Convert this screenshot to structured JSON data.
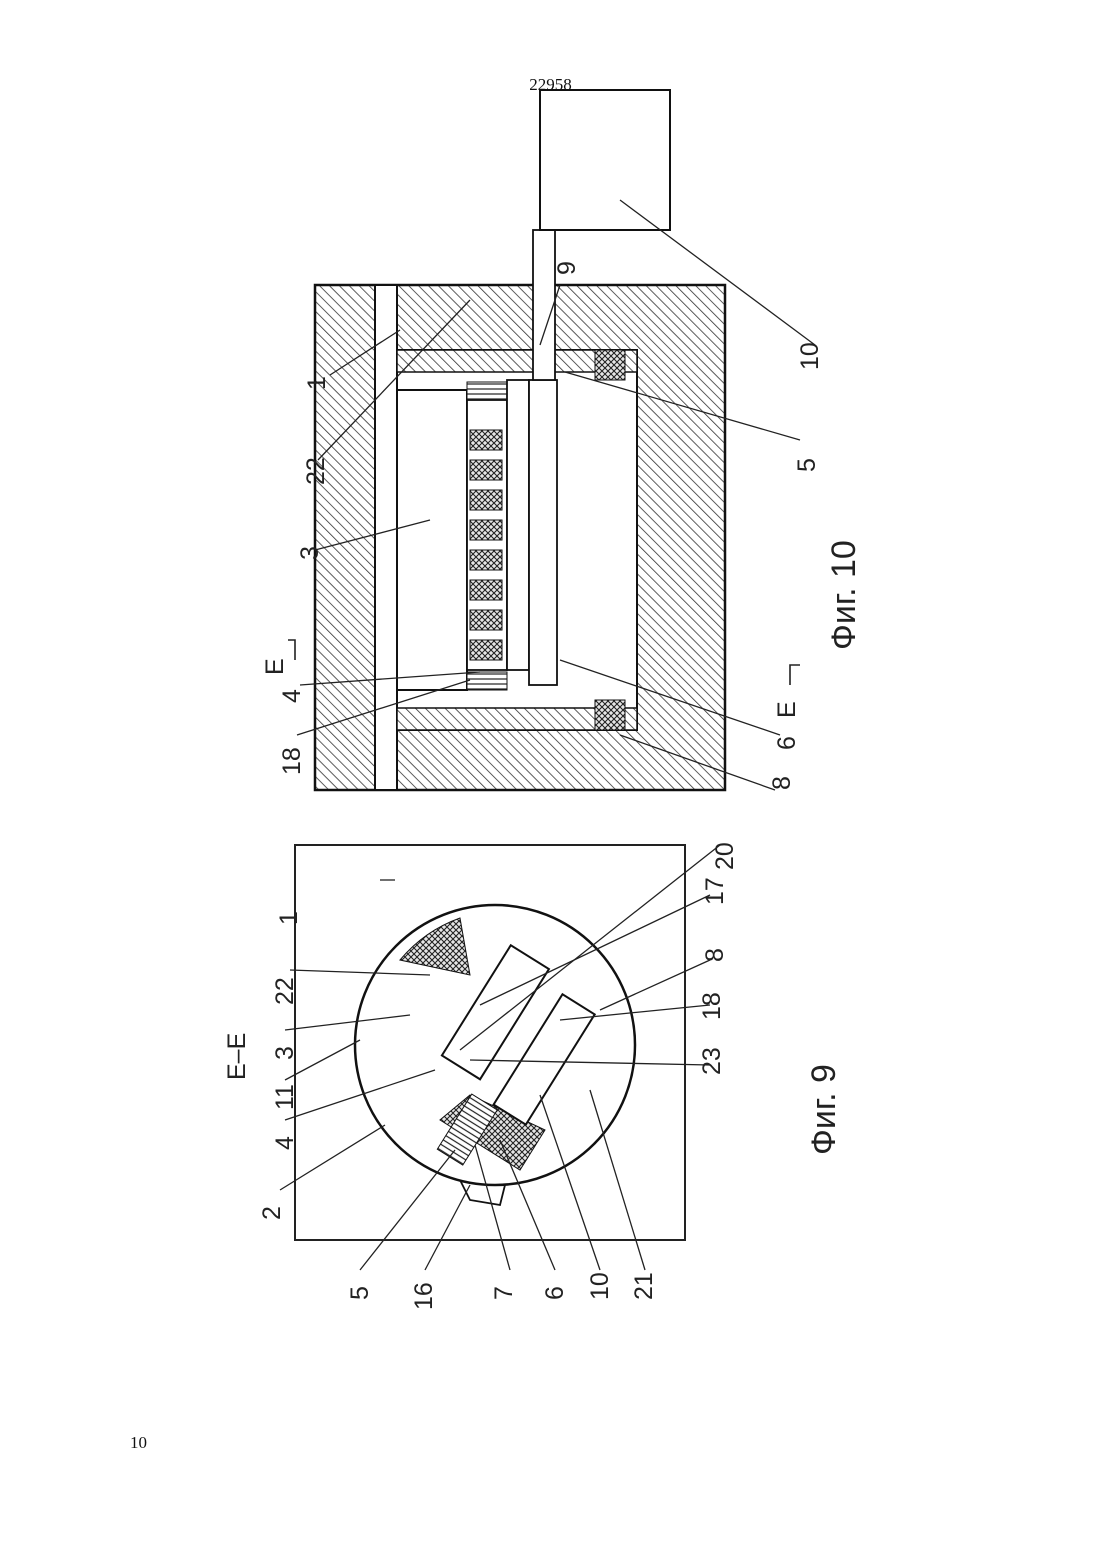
{
  "header": {
    "document_number": "22958"
  },
  "footer": {
    "page_number": "10"
  },
  "figure10": {
    "caption": "Фиг. 10",
    "section_marks": [
      "E",
      "E"
    ],
    "labels": [
      "1",
      "22",
      "3",
      "4",
      "18",
      "9",
      "10",
      "5",
      "6",
      "8"
    ]
  },
  "figure9": {
    "caption": "Фиг. 9",
    "section_title": "E–E",
    "labels": [
      "1",
      "22",
      "3",
      "11",
      "4",
      "2",
      "5",
      "16",
      "7",
      "6",
      "10",
      "21",
      "23",
      "18",
      "8",
      "17",
      "20"
    ]
  }
}
